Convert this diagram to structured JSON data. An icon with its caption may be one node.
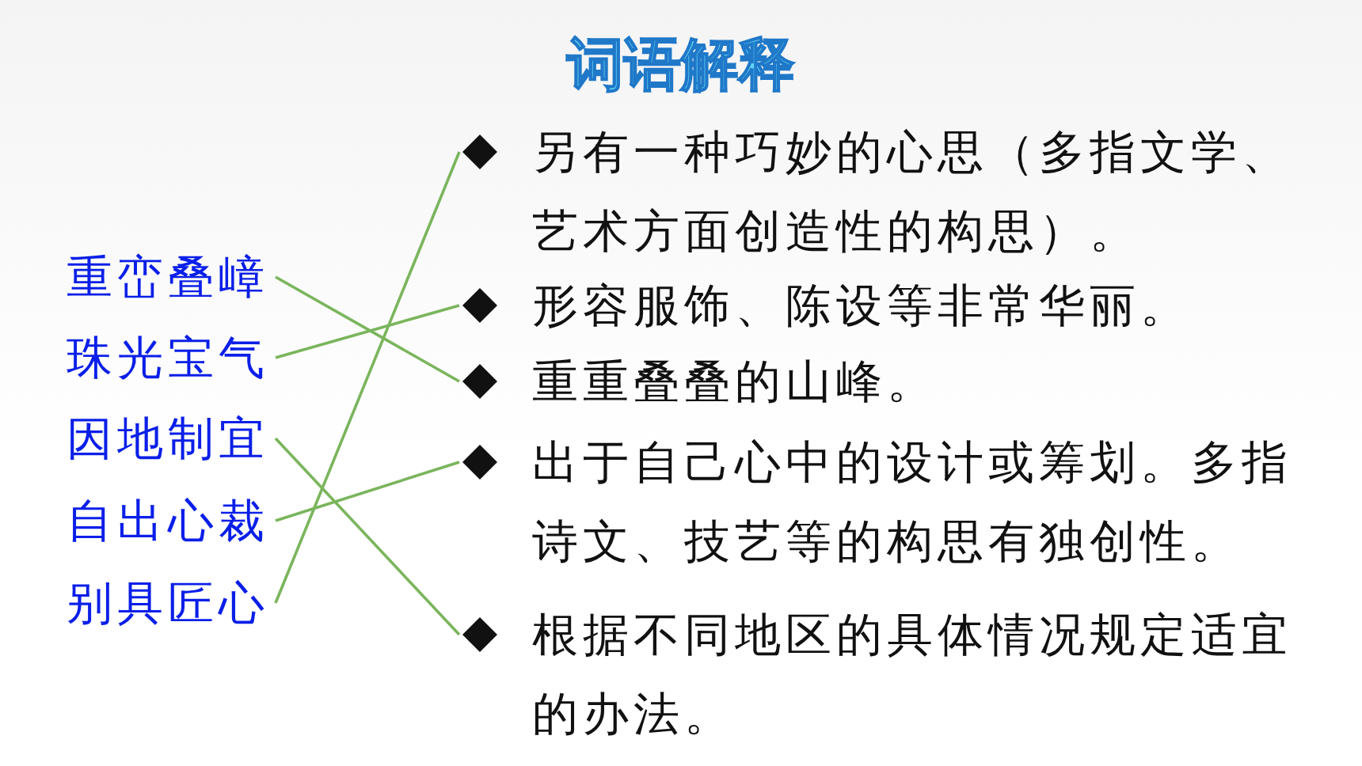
{
  "diagram": {
    "title": "词语解释",
    "nodes": [
      {
        "text": [
          "重峦叠嶂"
        ]
      },
      {
        "text": [
          "珠光宝气"
        ]
      },
      {
        "text": [
          "因地制宜"
        ]
      },
      {
        "text": [
          "自出心裁"
        ]
      },
      {
        "text": [
          "别具匠心"
        ]
      },
      {
        "text": [
          "另有一种巧妙的心思（多指文学、艺术方面创造性的构思）。"
        ]
      },
      {
        "text": [
          "形容服饰、陈设等非常华丽。"
        ]
      },
      {
        "text": [
          "重重叠叠的山峰。"
        ]
      },
      {
        "text": [
          "出于自己心中的设计或筹划。多指诗文、技艺等的构思有独创性。"
        ]
      },
      {
        "text": [
          "根据不同地区的具体情况规定适宜的办法。"
        ]
      }
    ],
    "edges": [
      {
        "from": 0,
        "to": 7,
        "arrow": "none"
      },
      {
        "from": 1,
        "to": 6,
        "arrow": "none"
      },
      {
        "from": 2,
        "to": 9,
        "arrow": "none"
      },
      {
        "from": 3,
        "to": 8,
        "arrow": "none"
      },
      {
        "from": 4,
        "to": 5,
        "arrow": "none"
      }
    ]
  }
}
